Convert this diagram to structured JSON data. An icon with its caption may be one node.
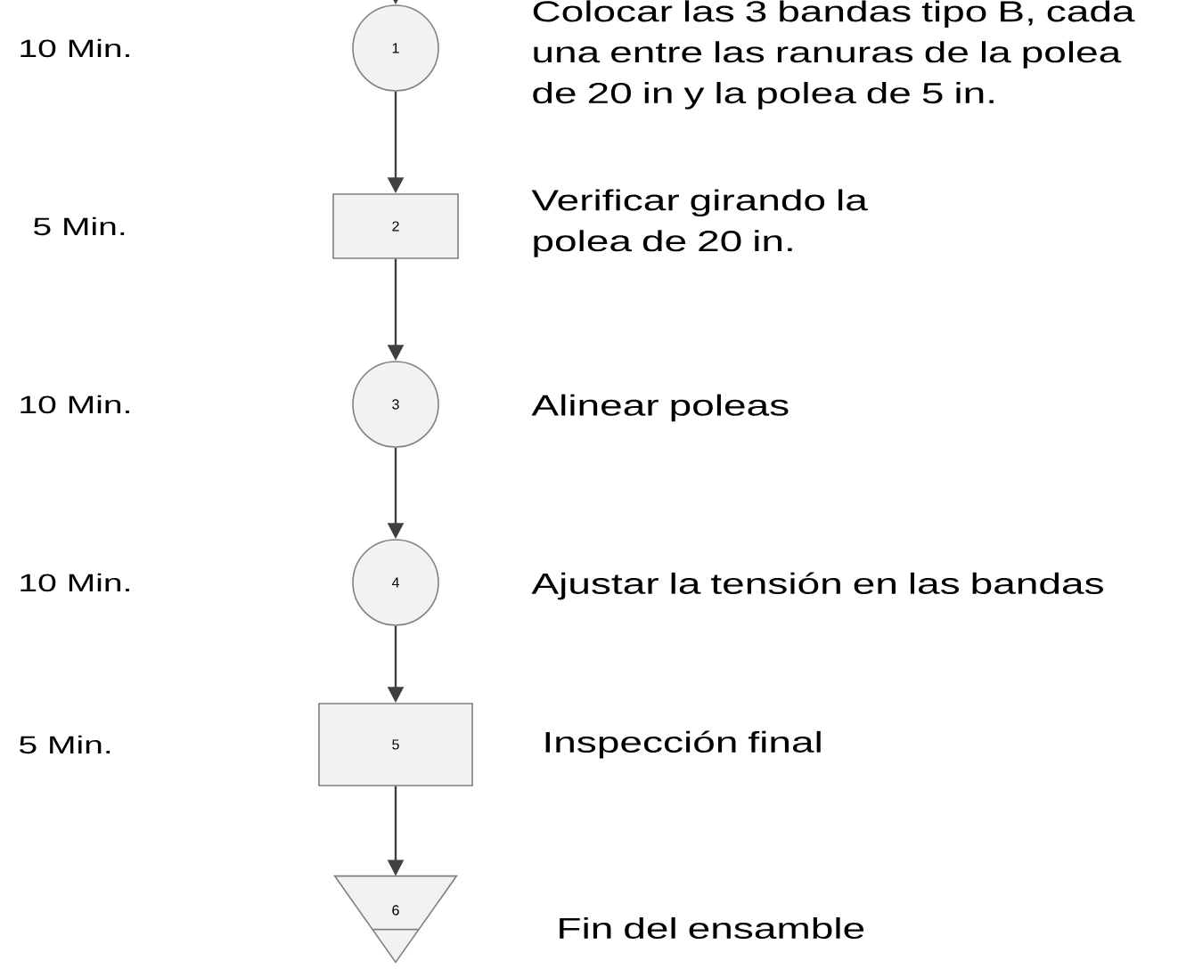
{
  "diagram": {
    "nodes": [
      {
        "text": [
          "1"
        ],
        "beside": [
          "Colocar las 3 bandas tipo B, cada una entre las ranuras de la polea de 20 in y la polea de 5 in."
        ]
      },
      {
        "text": [
          "2"
        ],
        "beside": [
          "Verificar girando la polea de 20 in."
        ]
      },
      {
        "text": [
          "3"
        ],
        "beside": [
          "Alinear poleas"
        ]
      },
      {
        "text": [
          "4"
        ],
        "beside": [
          "Ajustar la tensión en las bandas"
        ]
      },
      {
        "text": [
          "5"
        ],
        "beside": [
          "Inspección final"
        ]
      },
      {
        "text": [
          "6"
        ],
        "beside": [
          "Fin del ensamble"
        ]
      }
    ],
    "edges": [
      {
        "from": null,
        "to": 0,
        "arrow": "to"
      },
      {
        "from": 0,
        "to": 1,
        "arrow": "to"
      },
      {
        "from": 1,
        "to": 2,
        "arrow": "to"
      },
      {
        "from": 2,
        "to": 3,
        "arrow": "to"
      },
      {
        "from": 3,
        "to": 4,
        "arrow": "to"
      },
      {
        "from": 4,
        "to": 5,
        "arrow": "to"
      }
    ],
    "labels": [
      "10 Min.",
      "5 Min.",
      "10 Min.",
      "10 Min.",
      "5 Min."
    ]
  }
}
